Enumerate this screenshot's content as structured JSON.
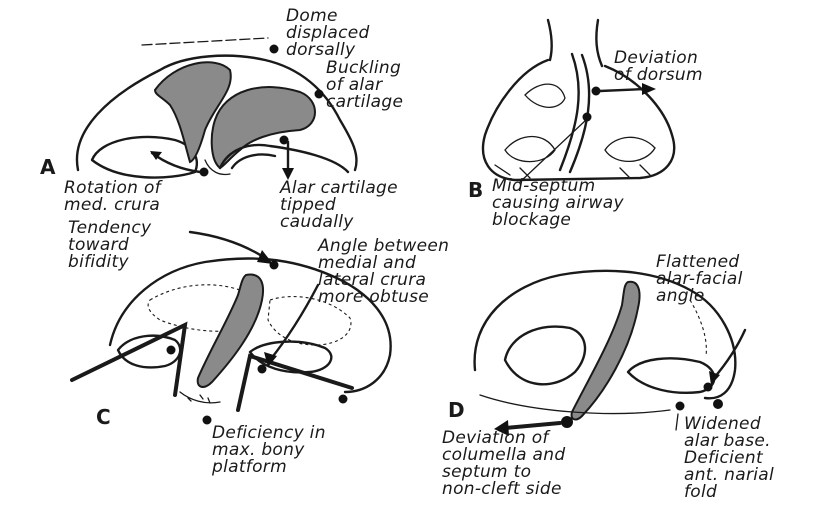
{
  "panels": {
    "a": {
      "letter": "A",
      "label_dome": [
        "Dome",
        "displaced",
        "dorsally"
      ],
      "label_buckling": [
        "Buckling",
        "of alar",
        "cartilage"
      ],
      "label_rotation": [
        "Rotation of",
        "med. crura"
      ],
      "label_tipped": [
        "Alar cartilage",
        "tipped",
        "caudally"
      ]
    },
    "b": {
      "letter": "B",
      "label_deviation": [
        "Deviation",
        "of dorsum"
      ],
      "label_septum": [
        "Mid-septum",
        "causing airway",
        "blockage"
      ]
    },
    "c": {
      "letter": "C",
      "label_bifidity": [
        "Tendency",
        "toward",
        "bifidity"
      ],
      "label_angle": [
        "Angle between",
        "medial and",
        "lateral crura",
        "more obtuse"
      ],
      "label_deficiency": [
        "Deficiency in",
        "max. bony",
        "platform"
      ]
    },
    "d": {
      "letter": "D",
      "label_flattened": [
        "Flattened",
        "alar-facial",
        "angle"
      ],
      "label_columella": [
        "Deviation of",
        "columella and",
        "septum to",
        "non-cleft side"
      ],
      "label_widened": [
        "Widened",
        "alar base.",
        "Deficient",
        "ant. narial",
        "fold"
      ]
    }
  },
  "colors": {
    "ink": "#1a1a1a",
    "shading": "#8a8a8a",
    "background": "#ffffff"
  }
}
